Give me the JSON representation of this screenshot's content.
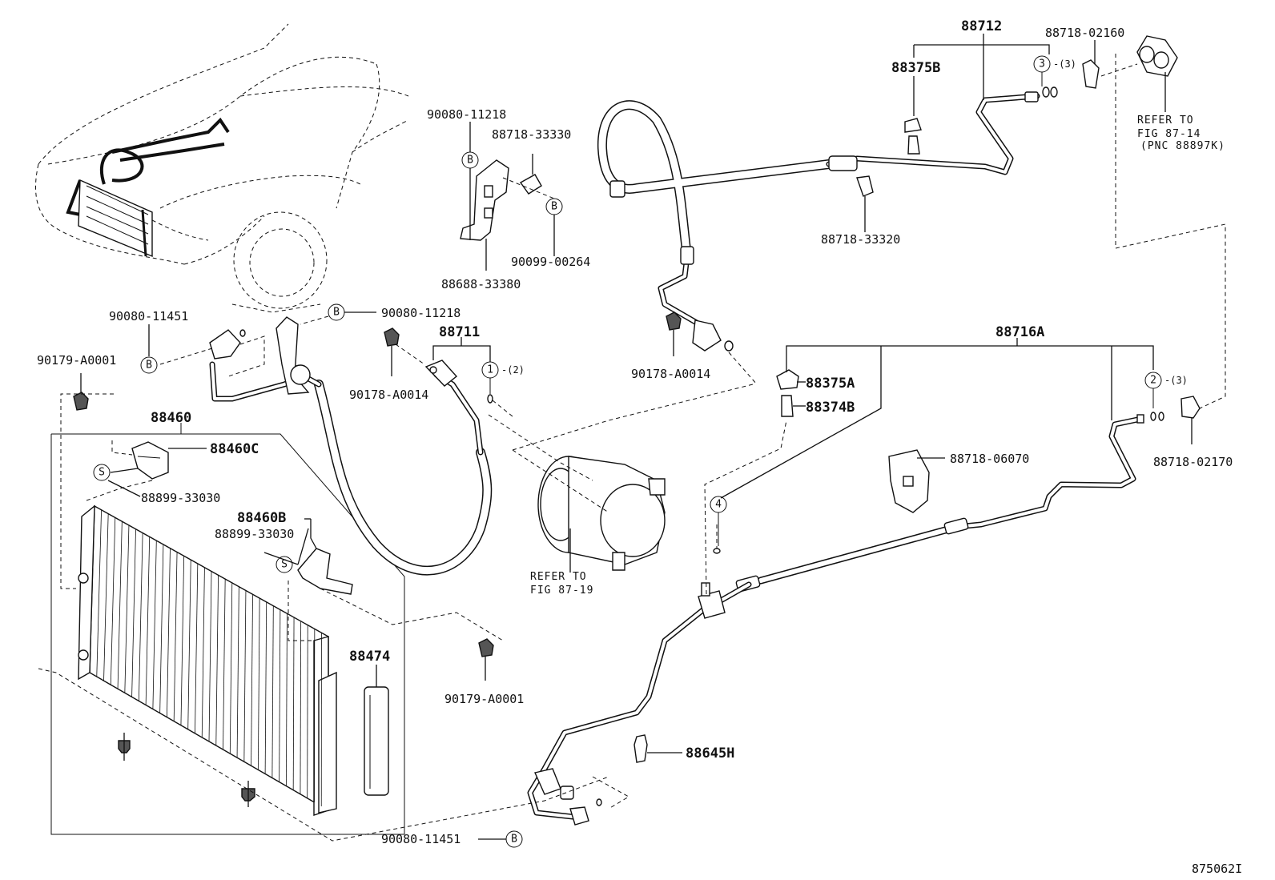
{
  "diagram": {
    "figure_code": "875062I",
    "markers": {
      "b": "B",
      "s": "S",
      "n1": "1",
      "n2": "2",
      "n3": "3",
      "n4": "4"
    },
    "qty": {
      "q2": "-(2)",
      "q3a": "-(3)",
      "q3b": "-(3)"
    },
    "labels": {
      "p88712": "88712",
      "p88718_02160": "88718-02160",
      "p88375B": "88375B",
      "p90080_11218_top": "90080-11218",
      "p88718_33330": "88718-33330",
      "p90099_00264": "90099-00264",
      "p88688_33380": "88688-33380",
      "p88718_33320": "88718-33320",
      "p90080_11451_top": "90080-11451",
      "p90080_11218_mid": "90080-11218",
      "p88711": "88711",
      "p90179_A0001_left": "90179-A0001",
      "p90178_A0014_left": "90178-A0014",
      "p90178_A0014_right": "90178-A0014",
      "p88716A": "88716A",
      "p88375A": "88375A",
      "p88374B": "88374B",
      "p88718_02170": "88718-02170",
      "p88460": "88460",
      "p88460C": "88460C",
      "p88899_33030_a": "88899-33030",
      "p88460B": "88460B",
      "p88899_33030_b": "88899-33030",
      "p88718_06070": "88718-06070",
      "p88474": "88474",
      "p90179_A0001_right": "90179-A0001",
      "p88645H": "88645H",
      "p90080_11451_bottom": "90080-11451"
    },
    "notes": {
      "fig8714_l1": "REFER TO",
      "fig8714_l2": "FIG 87-14",
      "fig8714_l3": "(PNC 88897K)",
      "fig8719_l1": "REFER TO",
      "fig8719_l2": "FIG 87-19"
    }
  }
}
